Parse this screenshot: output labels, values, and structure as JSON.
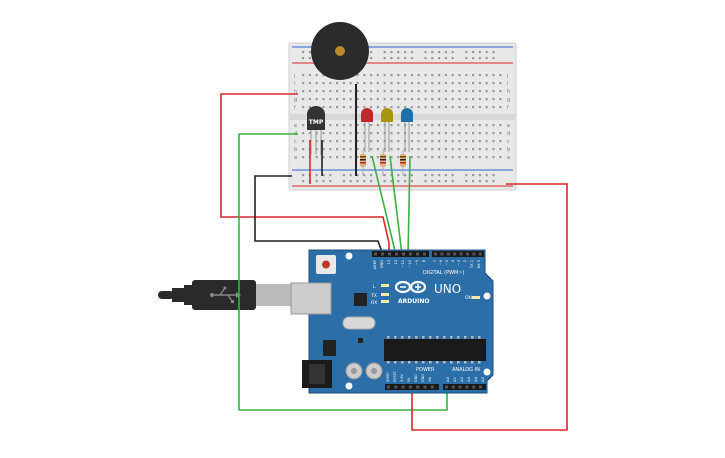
{
  "colors": {
    "board": "#2b6ea8",
    "board_dark": "#1d4f7e",
    "breadboard": "#e9e9e9",
    "rail_red": "#d42a2a",
    "rail_blue": "#2a64d4",
    "wire_red": "#d42a2a",
    "wire_green": "#3cb043",
    "wire_black": "#222222",
    "led_red": "#c0272d",
    "led_yellow": "#a8950f",
    "led_blue": "#1f6fa8",
    "buzzer": "#2b2b2b",
    "buzzer_center": "#b88a2b"
  },
  "breadboard": {
    "row_letters_top": [
      "j",
      "i",
      "h",
      "g",
      "f"
    ],
    "row_letters_bottom": [
      "e",
      "d",
      "c",
      "b",
      "a"
    ]
  },
  "sensor": {
    "label": "TMP"
  },
  "arduino": {
    "brand": "ARDUINO",
    "model": "UNO",
    "digital_label": "DIGITAL (PWM~)",
    "power_label": "POWER",
    "analog_label": "ANALOG IN",
    "led_l": "L",
    "led_tx": "TX",
    "led_rx": "RX",
    "on_label": "ON",
    "top_pin_labels": [
      "AREF",
      "GND",
      "13",
      "12",
      "~11",
      "~10",
      "~9",
      "8",
      "7",
      "~6",
      "~5",
      "4",
      "~3",
      "2",
      "TX 1",
      "RX 0"
    ],
    "power_pin_labels": [
      "IOREF",
      "RESET",
      "3.3V",
      "5V",
      "GND",
      "GND",
      "Vin"
    ],
    "analog_pin_labels": [
      "A0",
      "A1",
      "A2",
      "A3",
      "A4",
      "A5"
    ]
  },
  "usb_icon": "usb-icon"
}
